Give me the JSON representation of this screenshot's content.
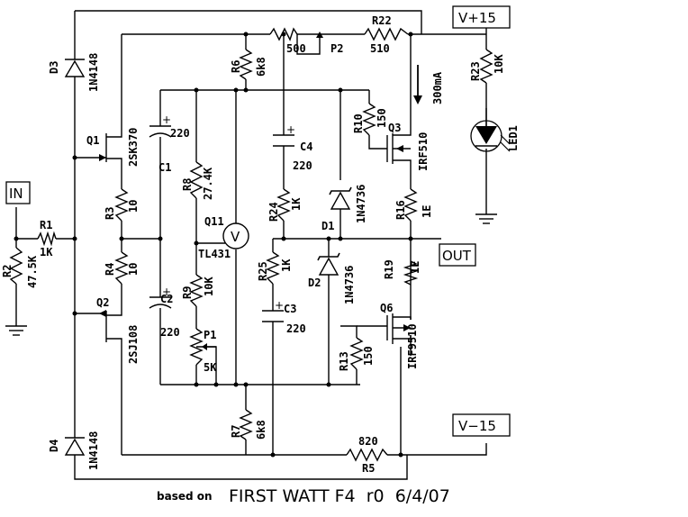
{
  "ports": {
    "vplus": "V+15",
    "vminus": "V−15",
    "in": "IN",
    "out": "OUT"
  },
  "diodes": {
    "d3": {
      "ref": "D3",
      "part": "1N4148"
    },
    "d4": {
      "ref": "D4",
      "part": "1N4148"
    },
    "d1": {
      "ref": "D1",
      "part": "1N4736"
    },
    "d2": {
      "ref": "D2",
      "part": "1N4736"
    },
    "led1": {
      "ref": "LED1"
    }
  },
  "transistors": {
    "q1": {
      "ref": "Q1",
      "part": "2SK370"
    },
    "q2": {
      "ref": "Q2",
      "part": "2SJ108"
    },
    "q3": {
      "ref": "Q3",
      "part": "IRF510"
    },
    "q6": {
      "ref": "Q6",
      "part": "IRF9510"
    },
    "q11": {
      "ref": "Q11",
      "part": "TL431",
      "symbol": "V"
    }
  },
  "resistors": {
    "r1": {
      "ref": "R1",
      "value": "1K"
    },
    "r2": {
      "ref": "R2",
      "value": "47.5K"
    },
    "r3": {
      "ref": "R3",
      "value": "10"
    },
    "r4": {
      "ref": "R4",
      "value": "10"
    },
    "r5": {
      "ref": "R5",
      "value": "820"
    },
    "r6": {
      "ref": "R6",
      "value": "6k8"
    },
    "r7": {
      "ref": "R7",
      "value": "6k8"
    },
    "r8": {
      "ref": "R8",
      "value": "27.4K"
    },
    "r9": {
      "ref": "R9",
      "value": "10K"
    },
    "r10": {
      "ref": "R10",
      "value": "150"
    },
    "r13": {
      "ref": "R13",
      "value": "150"
    },
    "r16": {
      "ref": "R16",
      "value": "1E"
    },
    "r19": {
      "ref": "R19",
      "value": "1E"
    },
    "r22": {
      "ref": "R22",
      "value": "510"
    },
    "r23": {
      "ref": "R23",
      "value": "10K"
    },
    "r24": {
      "ref": "R24",
      "value": "1K"
    },
    "r25": {
      "ref": "R25",
      "value": "1K"
    }
  },
  "pots": {
    "p1": {
      "ref": "P1",
      "value": "5K"
    },
    "p2": {
      "ref": "P2",
      "value": "500"
    }
  },
  "capacitors": {
    "c1": {
      "ref": "C1",
      "value": "220"
    },
    "c2": {
      "ref": "C2",
      "value": "220"
    },
    "c3": {
      "ref": "C3",
      "value": "220"
    },
    "c4": {
      "ref": "C4",
      "value": "220"
    }
  },
  "annotations": {
    "current": "300mA"
  },
  "footer": {
    "prefix": "based on",
    "title": "FIRST WATT F4  r0  6/4/07"
  }
}
